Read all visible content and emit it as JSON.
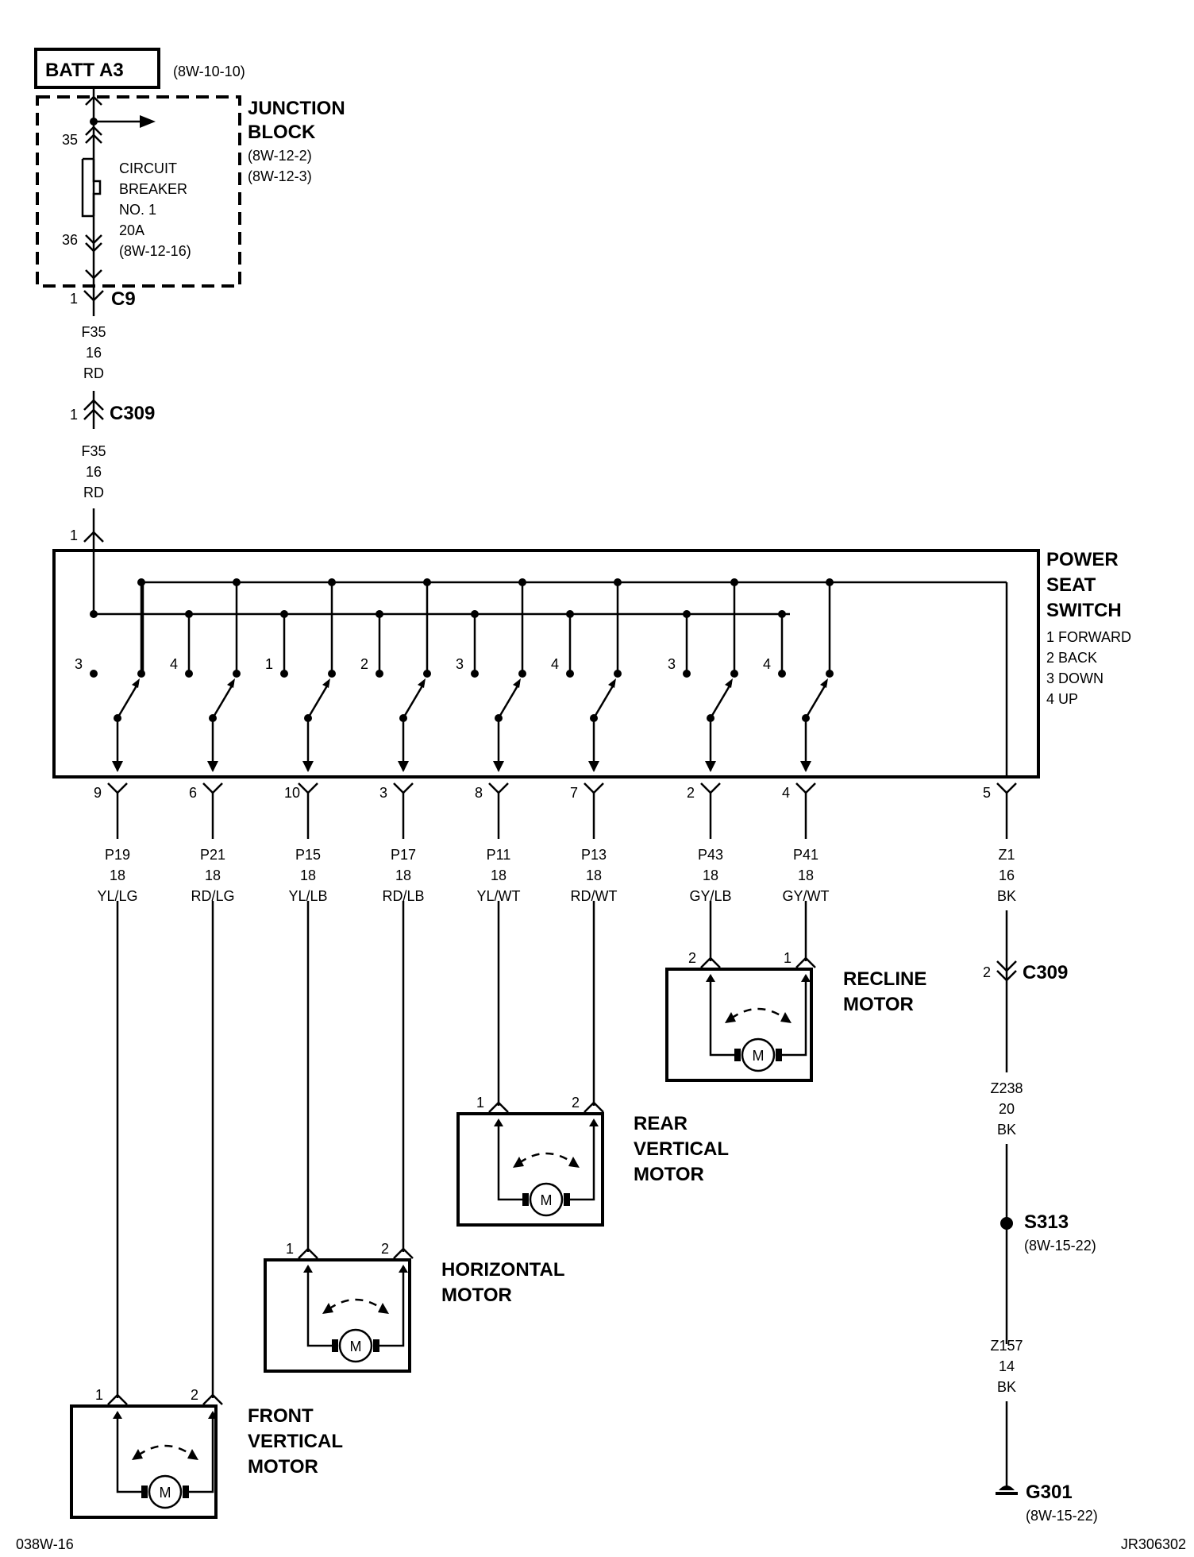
{
  "source": {
    "label": "BATT A3",
    "ref": "(8W-10-10)"
  },
  "junction_block": {
    "title_lines": [
      "JUNCTION",
      "BLOCK"
    ],
    "refs": [
      "(8W-12-2)",
      "(8W-12-3)"
    ],
    "breaker_lines": [
      "CIRCUIT",
      "BREAKER",
      "NO. 1",
      "20A",
      "(8W-12-16)"
    ],
    "pin_in": "35",
    "pin_out": "36"
  },
  "feed": {
    "c9": {
      "pin": "1",
      "name": "C9"
    },
    "wire1": [
      "F35",
      "16",
      "RD"
    ],
    "c309": {
      "pin": "1",
      "name": "C309"
    },
    "wire2": [
      "F35",
      "16",
      "RD"
    ],
    "switch_pin": "1"
  },
  "switch": {
    "title_lines": [
      "POWER",
      "SEAT",
      "SWITCH"
    ],
    "legend": [
      "1 FORWARD",
      "2 BACK",
      "3 DOWN",
      "4 UP"
    ],
    "contacts": [
      "3",
      "4",
      "1",
      "2",
      "3",
      "4",
      "3",
      "4"
    ]
  },
  "outputs": [
    {
      "pin": "9",
      "wire": [
        "P19",
        "18",
        "YL/LG"
      ]
    },
    {
      "pin": "6",
      "wire": [
        "P21",
        "18",
        "RD/LG"
      ]
    },
    {
      "pin": "10",
      "wire": [
        "P15",
        "18",
        "YL/LB"
      ]
    },
    {
      "pin": "3",
      "wire": [
        "P17",
        "18",
        "RD/LB"
      ]
    },
    {
      "pin": "8",
      "wire": [
        "P11",
        "18",
        "YL/WT"
      ]
    },
    {
      "pin": "7",
      "wire": [
        "P13",
        "18",
        "RD/WT"
      ]
    },
    {
      "pin": "2",
      "wire": [
        "P43",
        "18",
        "GY/LB"
      ]
    },
    {
      "pin": "4",
      "wire": [
        "P41",
        "18",
        "GY/WT"
      ]
    }
  ],
  "ground_path": {
    "pin": "5",
    "wire1": [
      "Z1",
      "16",
      "BK"
    ],
    "c309": {
      "pin": "2",
      "name": "C309"
    },
    "wire2": [
      "Z238",
      "20",
      "BK"
    ],
    "splice": {
      "name": "S313",
      "ref": "(8W-15-22)"
    },
    "wire3": [
      "Z157",
      "14",
      "BK"
    ],
    "ground": {
      "name": "G301",
      "ref": "(8W-15-22)"
    }
  },
  "motors": [
    {
      "id": "recline",
      "title_lines": [
        "RECLINE",
        "MOTOR"
      ],
      "pins": [
        "2",
        "1"
      ],
      "symbol": "M"
    },
    {
      "id": "rear-vertical",
      "title_lines": [
        "REAR",
        "VERTICAL",
        "MOTOR"
      ],
      "pins": [
        "1",
        "2"
      ],
      "symbol": "M"
    },
    {
      "id": "horizontal",
      "title_lines": [
        "HORIZONTAL",
        "MOTOR"
      ],
      "pins": [
        "1",
        "2"
      ],
      "symbol": "M"
    },
    {
      "id": "front-vertical",
      "title_lines": [
        "FRONT",
        "VERTICAL",
        "MOTOR"
      ],
      "pins": [
        "1",
        "2"
      ],
      "symbol": "M"
    }
  ],
  "footer": {
    "left": "038W-16",
    "right": "JR306302"
  }
}
